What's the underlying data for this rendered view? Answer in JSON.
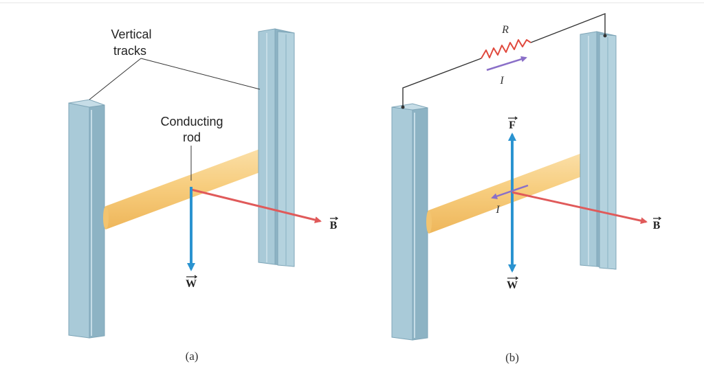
{
  "panel_a": {
    "labels": {
      "tracks_line1": "Vertical",
      "tracks_line2": "tracks",
      "rod_line1": "Conducting",
      "rod_line2": "rod",
      "field": "B",
      "weight": "W"
    },
    "caption": "(a)"
  },
  "panel_b": {
    "labels": {
      "resistor": "R",
      "current_top": "I",
      "current_rod": "I",
      "force": "F",
      "field": "B",
      "weight": "W"
    },
    "caption": "(b)"
  },
  "colors": {
    "track_fill": "#a9cad8",
    "track_shade": "#8db3c4",
    "rod": "#f7cd7e",
    "field_arrow": "#e05a5a",
    "force_arrow": "#2a93d0",
    "current_arrow": "#8a6fc8",
    "resistor": "#e0483c"
  }
}
